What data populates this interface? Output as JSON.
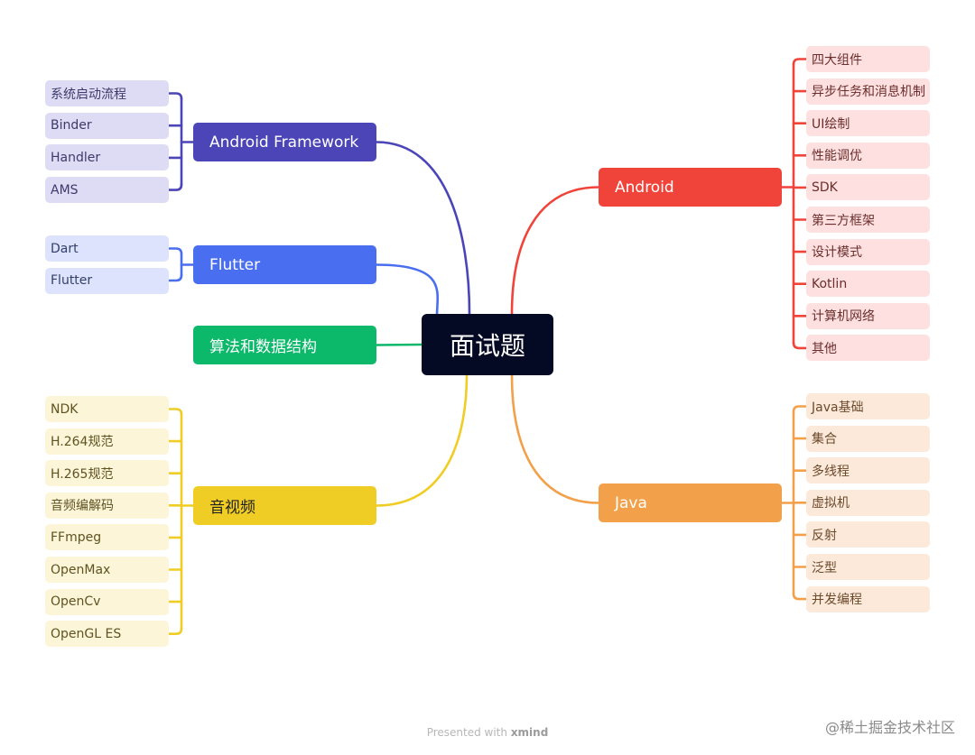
{
  "root": {
    "label": "面试题"
  },
  "branches": {
    "framework": {
      "label": "Android Framework",
      "color": "#4b45b8",
      "leaf_bg": "#dedcf4",
      "leaf_text": "#3d3a6b",
      "children": [
        "系统启动流程",
        "Binder",
        "Handler",
        "AMS"
      ]
    },
    "flutter": {
      "label": "Flutter",
      "color": "#4a6ef0",
      "leaf_bg": "#dde3fd",
      "leaf_text": "#34406b",
      "children": [
        "Dart",
        "Flutter"
      ]
    },
    "algo": {
      "label": "算法和数据结构",
      "color": "#0cb86a",
      "leaf_bg": "",
      "leaf_text": "",
      "children": []
    },
    "av": {
      "label": "音视频",
      "color": "#f0cd25",
      "leaf_bg": "#fdf5d8",
      "leaf_text": "#5e5321",
      "branch_text": "#222222",
      "children": [
        "NDK",
        "H.264规范",
        "H.265规范",
        "音频编解码",
        "FFmpeg",
        "OpenMax",
        "OpenCv",
        "OpenGL ES"
      ]
    },
    "android": {
      "label": "Android",
      "color": "#f0443a",
      "leaf_bg": "#fde0df",
      "leaf_text": "#6b2e2c",
      "children": [
        "四大组件",
        "异步任务和消息机制",
        "UI绘制",
        "性能调优",
        "SDK",
        "第三方框架",
        "设计模式",
        "Kotlin",
        "计算机网络",
        "其他"
      ]
    },
    "java": {
      "label": "Java",
      "color": "#f3a04a",
      "leaf_bg": "#fde9da",
      "leaf_text": "#6b4a2c",
      "children": [
        "Java基础",
        "集合",
        "多线程",
        "虚拟机",
        "反射",
        "泛型",
        "并发编程"
      ]
    }
  },
  "footer": {
    "prefix": "Presented with",
    "brand": "xmind"
  },
  "watermark": "@稀土掘金技术社区"
}
